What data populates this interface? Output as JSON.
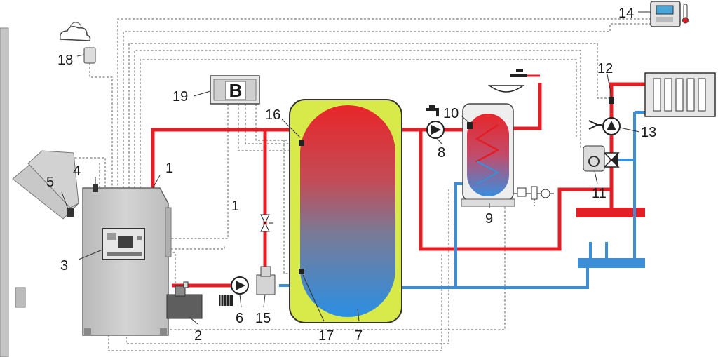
{
  "title": "",
  "controller_letter": "B",
  "component_labels": {
    "boiler": "1",
    "pellet_feeder": "2",
    "controller": "3",
    "boiler_sensor": "4",
    "fuel_chute": "5",
    "boiler_pump": "6",
    "buffer_tank": "7",
    "dhw_pump": "8",
    "dhw_tank": "9",
    "dhw_sensor": "10",
    "mixing_valve_actuator": "11",
    "flow_sensor": "12",
    "circuit_pump": "13",
    "room_panel": "14",
    "hydraulic_separator": "15",
    "tank_sensor_top": "16",
    "tank_sensor_bottom": "17",
    "outdoor_sensor": "18",
    "module_b": "19",
    "connection_marker": "1"
  },
  "colors": {
    "hot_pipe": "#e31e24",
    "cold_pipe": "#3c8fd6",
    "tank_jacket": "#d8e94a",
    "boiler_body": "#c9c9c9",
    "signal_wires": "#7a7a7a"
  },
  "icons": [
    "cloud-sun-icon",
    "thermometer-icon",
    "radiator-icon",
    "tap-icon",
    "washbasin-icon",
    "pump-icon",
    "valve-icon",
    "mixing-valve-icon",
    "safety-group-icon"
  ]
}
